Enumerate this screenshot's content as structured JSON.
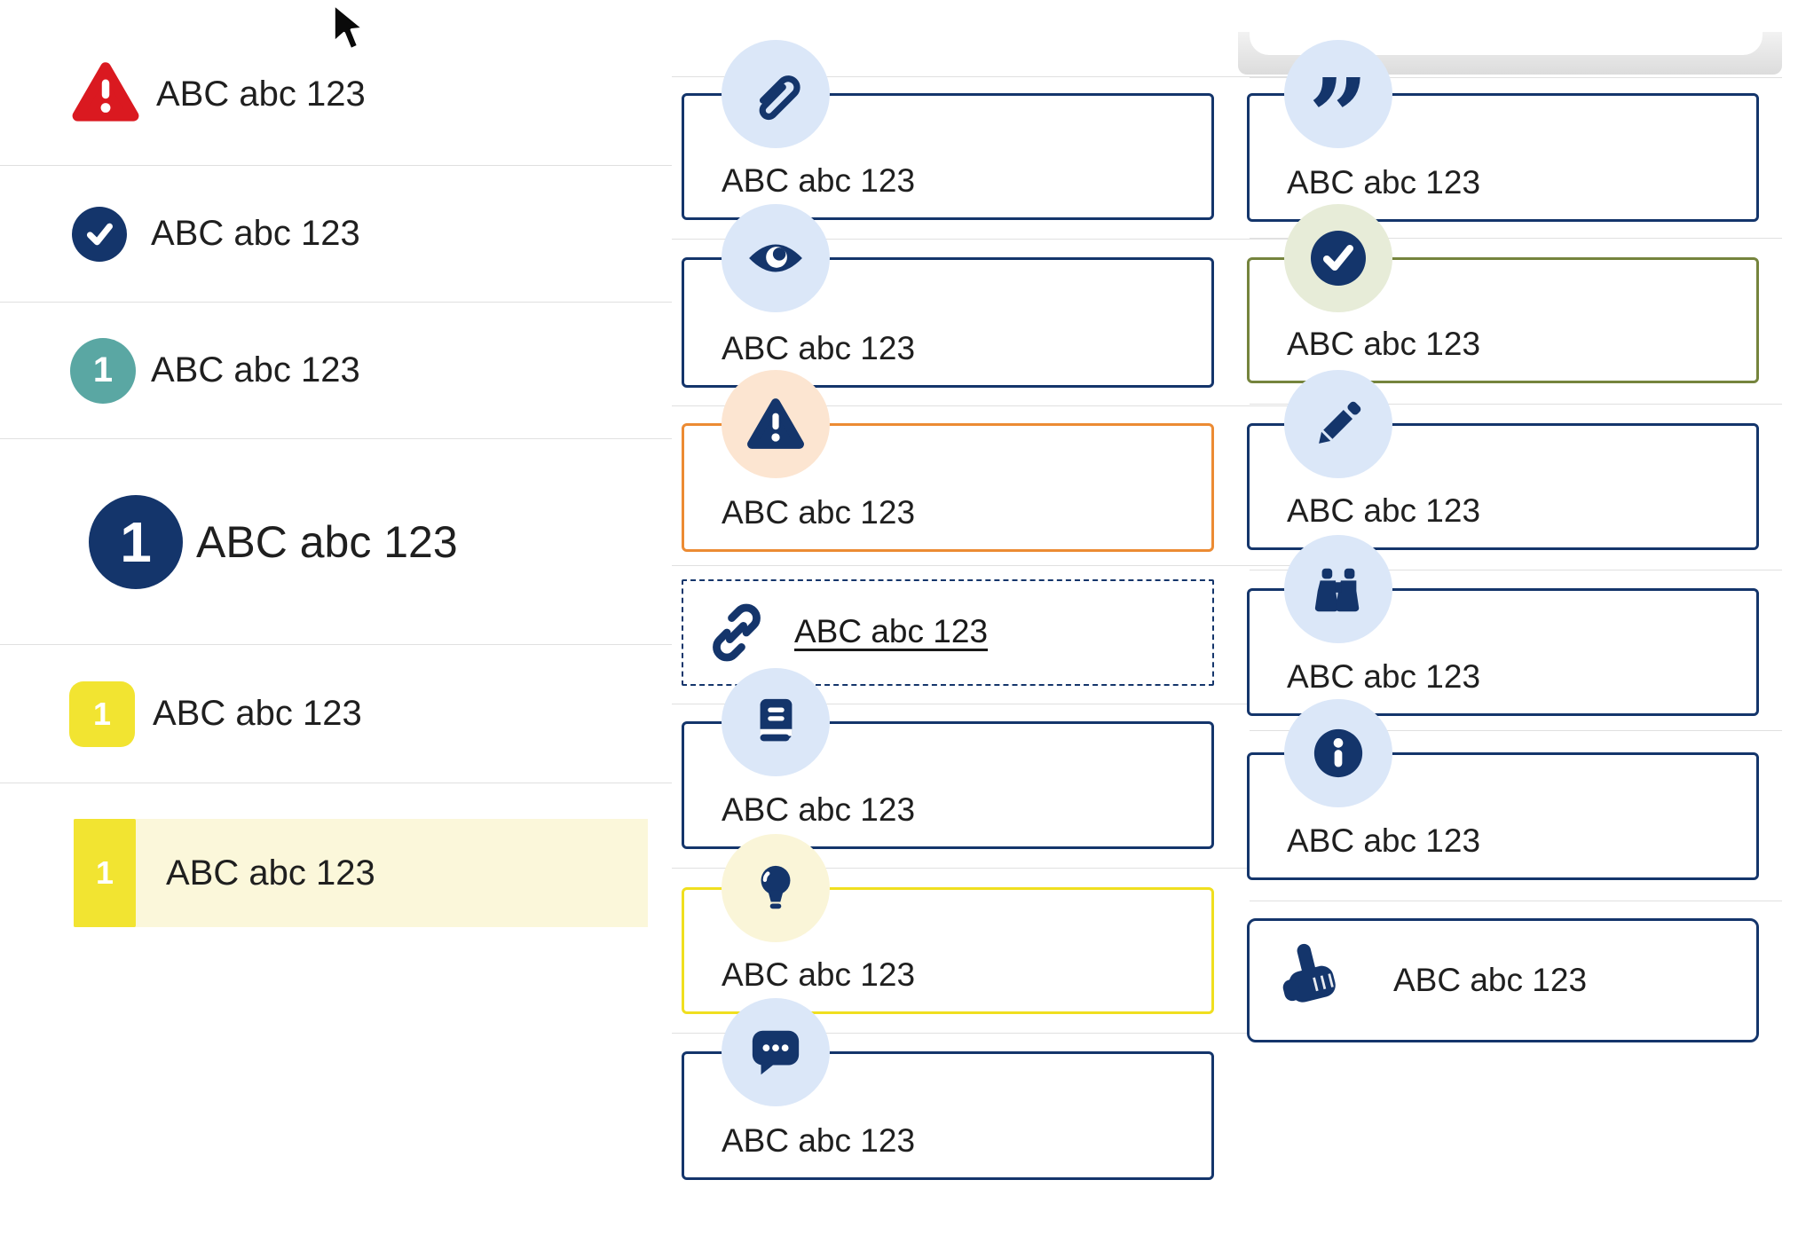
{
  "left_list": {
    "items": [
      {
        "label": "ABC abc 123",
        "icon": "warning-triangle-icon",
        "variant": "alert-red"
      },
      {
        "label": "ABC abc 123",
        "icon": "check-circle-icon",
        "variant": "success-navy"
      },
      {
        "label": "ABC abc 123",
        "badge": "1",
        "variant": "step-teal"
      },
      {
        "label": "ABC abc 123",
        "badge": "1",
        "variant": "step-large-navy"
      },
      {
        "label": "ABC abc 123",
        "badge": "1",
        "variant": "step-yellow"
      },
      {
        "label": "ABC abc 123",
        "badge": "1",
        "variant": "step-yellow-highlighted"
      }
    ]
  },
  "middle_column": {
    "cards": [
      {
        "label": "ABC abc 123",
        "icon": "paperclip-icon",
        "variant": "navy"
      },
      {
        "label": "ABC abc 123",
        "icon": "eye-icon",
        "variant": "navy"
      },
      {
        "label": "ABC abc 123",
        "icon": "warning-triangle-icon",
        "variant": "orange"
      },
      {
        "label": "ABC abc 123",
        "icon": "link-icon",
        "variant": "dashed-link"
      },
      {
        "label": "ABC abc 123",
        "icon": "book-icon",
        "variant": "navy"
      },
      {
        "label": "ABC abc 123",
        "icon": "lightbulb-icon",
        "variant": "yellow"
      },
      {
        "label": "ABC abc 123",
        "icon": "chat-bubble-icon",
        "variant": "navy"
      }
    ]
  },
  "right_column": {
    "cards": [
      {
        "label": "ABC abc 123",
        "icon": "quote-icon",
        "variant": "navy"
      },
      {
        "label": "ABC abc 123",
        "icon": "check-circle-icon",
        "variant": "olive-green"
      },
      {
        "label": "ABC abc 123",
        "icon": "pencil-icon",
        "variant": "navy"
      },
      {
        "label": "ABC abc 123",
        "icon": "binoculars-icon",
        "variant": "navy"
      },
      {
        "label": "ABC abc 123",
        "icon": "info-circle-icon",
        "variant": "navy"
      },
      {
        "label": "ABC abc 123",
        "icon": "hand-pointer-icon",
        "variant": "navy-inline"
      }
    ]
  },
  "cursor": {
    "shape": "arrow"
  },
  "colors": {
    "navy": "#14356b",
    "red": "#da1920",
    "teal": "#5aa7a3",
    "yellow_badge": "#f2e431",
    "yellow_border": "#f0df1f",
    "orange_border": "#ec8b33",
    "olive_border": "#75843d",
    "light_blue_circle": "#dbe7f8",
    "peach_circle": "#fce5d1",
    "pale_yellow_circle": "#faf5d8",
    "sage_circle": "#e7ecd8",
    "highlight_row_bg": "#fbf7da",
    "divider": "#e0e0e0",
    "text": "#1a1a1a"
  }
}
